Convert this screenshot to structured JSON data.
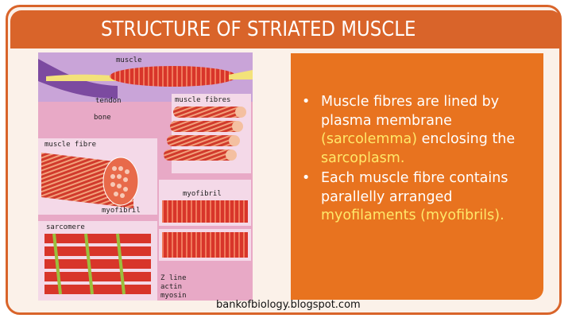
{
  "slide": {
    "title": "STRUCTURE OF STRIATED MUSCLE",
    "bullet1_prefix": "Muscle fibres are lined by plasma membrane ",
    "bullet1_highlight": "(sarcolemma)",
    "bullet1_mid": " enclosing the ",
    "bullet1_highlight2": "sarcoplasm.",
    "bullet2_prefix": "Each muscle fibre contains parallelly arranged ",
    "bullet2_highlight": "myofilaments (myofibrils).",
    "bullet_glyph": "•",
    "credit": "bankofbiology.blogspot.com"
  },
  "diagram": {
    "labels": {
      "muscle": "muscle",
      "tendon": "tendon",
      "bone": "bone",
      "muscle_fibres": "muscle fibres",
      "muscle_fibre": "muscle fibre",
      "myofibril": "myofibril",
      "myofibril2": "myofibril",
      "sarcomere": "sarcomere",
      "z_line": "Z line",
      "actin": "actin",
      "myosin": "myosin"
    }
  },
  "colors": {
    "accent": "#d9642a",
    "panel": "#e8731f",
    "highlight": "#ffe86a",
    "diagram_bg": "#e8a9c6"
  }
}
